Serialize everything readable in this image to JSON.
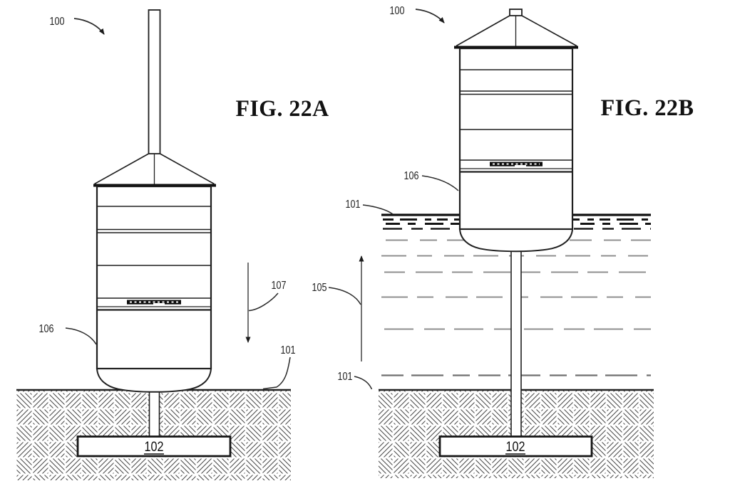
{
  "page": {
    "background": "#ffffff",
    "ink_color": "#1f1f1f",
    "water_surface_color": "#111111",
    "water_deep_color": "#8f8f8f",
    "earth_hatch_color": "#474747"
  },
  "fig_a": {
    "title": "FIG. 22A",
    "refs": {
      "r100": "100",
      "r101": "101",
      "r102": "102",
      "r106": "106",
      "r107": "107"
    }
  },
  "fig_b": {
    "title": "FIG. 22B",
    "refs": {
      "r100": "100",
      "r101_surface": "101",
      "r101_ground": "101",
      "r102": "102",
      "r105": "105",
      "r106": "106"
    }
  }
}
